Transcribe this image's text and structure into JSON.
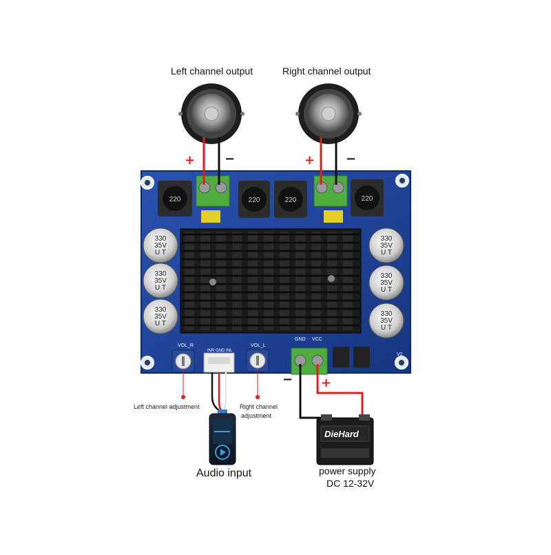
{
  "labels": {
    "left_output": "Left channel output",
    "right_output": "Right channel output",
    "left_adjust": "Left channel adjustment",
    "right_adjust_line1": "Right channel",
    "right_adjust_line2": "adjustment",
    "audio_input": "Audio input",
    "power_supply_line1": "power supply",
    "power_supply_line2": "DC 12-32V"
  },
  "signs": {
    "plus": "+",
    "minus": "−"
  },
  "board": {
    "capacitor_text_line1": "330",
    "capacitor_text_line2": "35V",
    "capacitor_text_line3": "U T",
    "inductor_text": "220",
    "vol_r": "VOL_R",
    "vol_l": "VOL_L",
    "gnd": "GND",
    "vcc": "VCC",
    "input_pins": "INR GND INL",
    "version": "V2"
  },
  "battery": {
    "brand": "DieHard"
  },
  "colors": {
    "board": "#1f3f92",
    "heatsink": "#1b1b1b",
    "terminal": "#4fae3f",
    "positive_wire": "#e01c1c",
    "negative_wire": "#111111",
    "speaker": "#2a2a2a",
    "annotation_red": "#d92020"
  },
  "icons": [
    "speaker-icon",
    "battery-icon",
    "audio-player-icon"
  ]
}
